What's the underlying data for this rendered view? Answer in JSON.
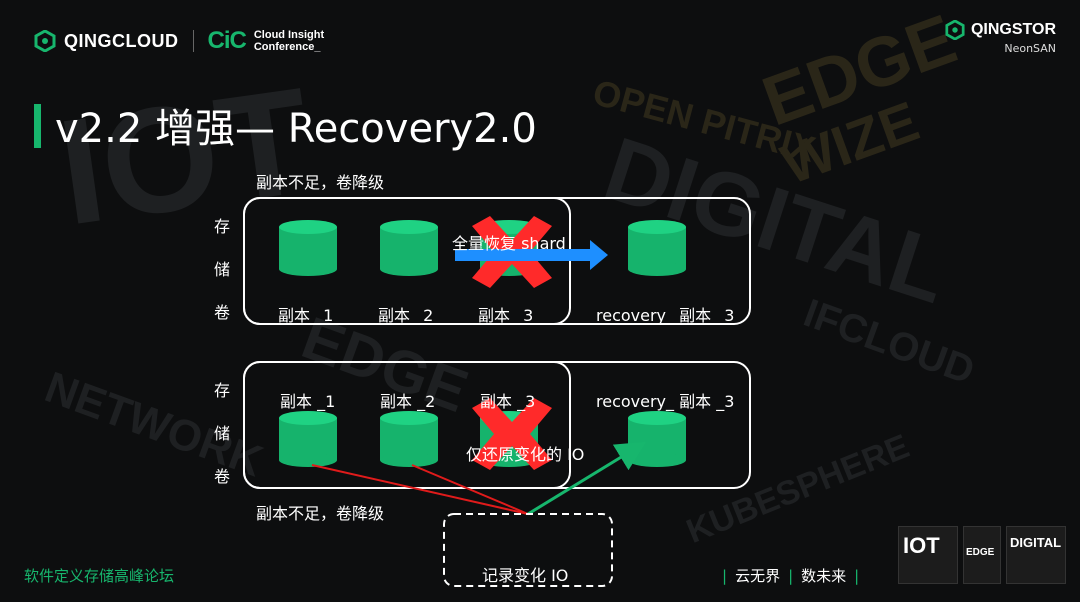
{
  "header": {
    "brand": "QINGCLOUD",
    "cic": "CiC",
    "conf_line1": "Cloud Insight",
    "conf_line2": "Conference_",
    "qs_name": "QINGSTOR",
    "qs_sub": "NeonSAN"
  },
  "title": "v2.2  增强— Recovery2.0",
  "top": {
    "caption": "副本不足，卷降级",
    "vol_label": [
      "存",
      "储",
      "卷"
    ],
    "replica_1": "副本 _1",
    "replica_2": "副本 _2",
    "replica_3": "副本 _3",
    "recovery": "recovery_ 副本 _3",
    "arrow_label": "全量恢复 shard"
  },
  "bottom": {
    "caption": "副本不足，卷降级",
    "vol_label": [
      "存",
      "储",
      "卷"
    ],
    "replica_1": "副本 _1",
    "replica_2": "副本 _2",
    "replica_3": "副本 _3",
    "recovery": "recovery_ 副本 _3",
    "io_label": "仅还原变化的 IO",
    "log_box": "记录变化 IO"
  },
  "footer": {
    "left": "软件定义存储高峰论坛",
    "right_1": "云无界",
    "right_2": "数未来",
    "bar": "|"
  },
  "thumbs": [
    "IOT",
    "EDGE",
    "DIGITAL"
  ],
  "colors": {
    "accent": "#17b66d",
    "arrow_blue": "#1e8fff",
    "cross_red": "#ff2a2a",
    "line_red": "#e01b1b",
    "arrow_green": "#17b66d"
  }
}
